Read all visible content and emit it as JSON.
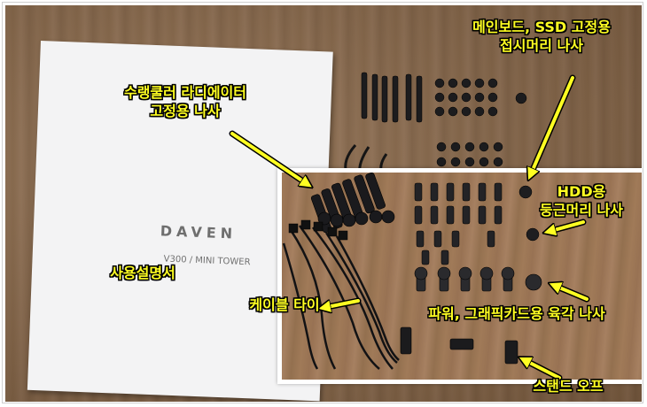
{
  "manual": {
    "brand": "DAVEN",
    "model": "V300 / MINI TOWER"
  },
  "labels": {
    "mainboard_ssd_screw_line1": "메인보드, SSD 고정용",
    "mainboard_ssd_screw_line2": "접시머리 나사",
    "radiator_screw_line1": "수랭쿨러 라디에이터",
    "radiator_screw_line2": "고정용 나사",
    "hdd_screw_line1": "HDD용",
    "hdd_screw_line2": "둥근머리 나사",
    "manual_label": "사용설명서",
    "cable_tie": "케이블 타이",
    "psu_gpu_screw": "파워, 그래픽카드용 육각 나사",
    "standoff": "스탠드 오프"
  },
  "colors": {
    "label_text": "#ffff22",
    "label_outline": "#000000",
    "arrow": "#ffff22",
    "inset_border": "#ffffff"
  }
}
